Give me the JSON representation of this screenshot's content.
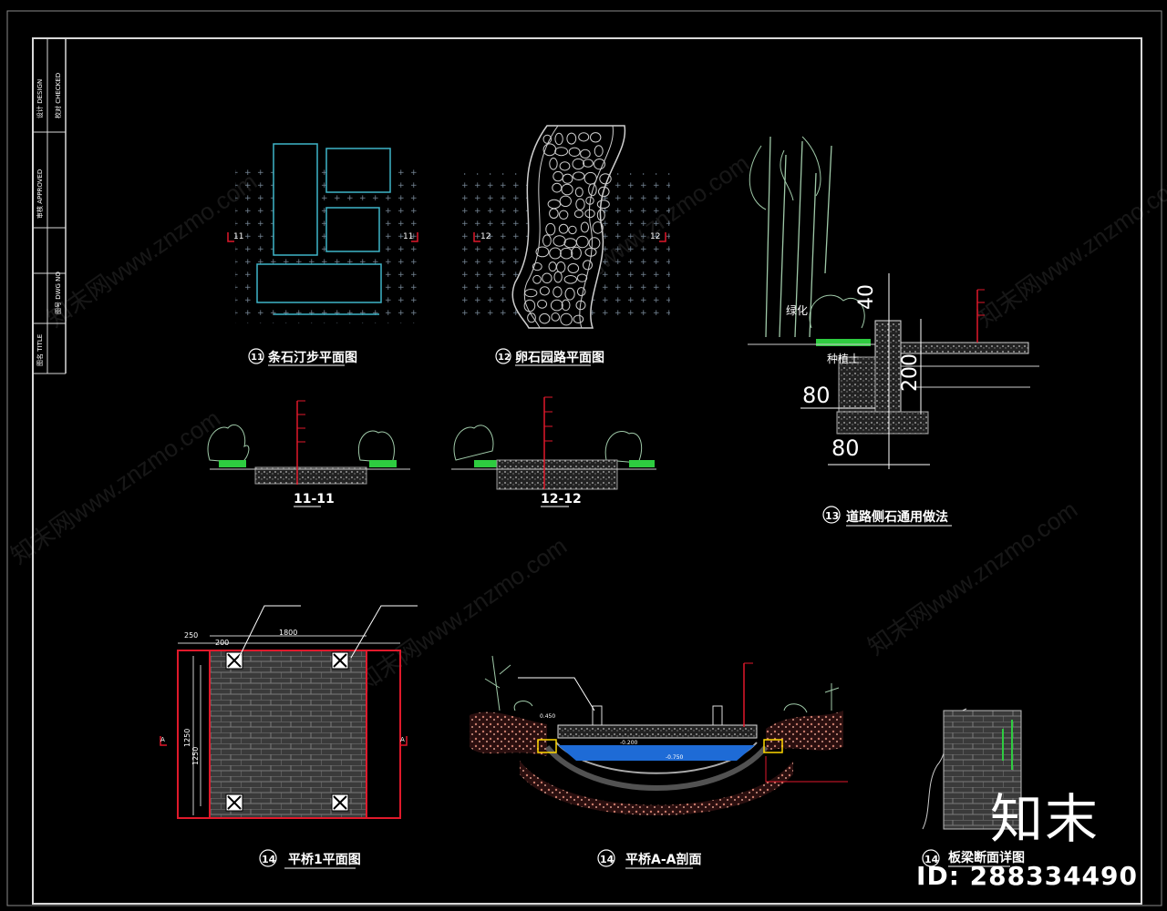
{
  "drawing": {
    "title_block": [
      "设计 DESIGN",
      "校对 CHECKED",
      "审核 APPROVED",
      "图号 DWG NO",
      "图名 TITLE"
    ],
    "details": [
      {
        "no": "11",
        "title": "条石汀步平面图",
        "marker": "11"
      },
      {
        "no": "12",
        "title": "卵石园路平面图",
        "marker": "12"
      },
      {
        "no": "13",
        "title": "道路侧石通用做法"
      },
      {
        "no": "14",
        "title": "平桥1平面图"
      },
      {
        "no": "14",
        "title": "平桥A-A剖面"
      },
      {
        "no": "14",
        "title": "板梁断面详图"
      }
    ],
    "sections": [
      "11-11",
      "12-12"
    ],
    "curb": {
      "label_green": "绿化",
      "label_soil": "种植土",
      "dim_40": "40",
      "dim_200": "200",
      "dim_80a": "80",
      "dim_80b": "80"
    },
    "bridge_plan": {
      "dim_250": "250",
      "dim_1800": "1800",
      "dim_200": "200",
      "dim_v1": "1250",
      "dim_v2": "1250",
      "section_mark": "A"
    },
    "bridge_section": {
      "elev1": "0.450",
      "elev2": "-0.200",
      "elev3": "-0.750"
    }
  },
  "watermark": {
    "text": "知末网www.znzmo.com"
  },
  "brand": {
    "logo": "知末",
    "id": "ID: 288334490"
  },
  "colors": {
    "frame": "#d9d9d9",
    "cyan": "#3fb6c9",
    "red": "#e0192b",
    "green": "#2ecc40",
    "blue": "#1e6bd6"
  }
}
